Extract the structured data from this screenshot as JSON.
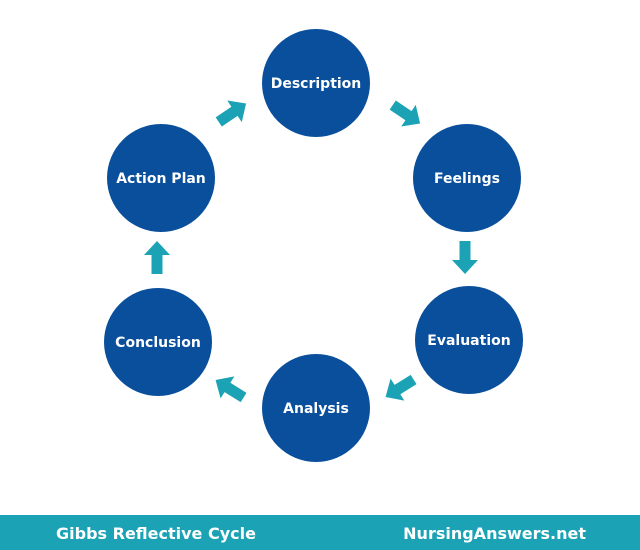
{
  "colors": {
    "node_fill": "#0a4f9c",
    "arrow_fill": "#1ba3b5",
    "footer_bg": "#1ba3b5",
    "text": "#ffffff"
  },
  "cycle": {
    "nodes": [
      {
        "id": "description",
        "label": "Description"
      },
      {
        "id": "feelings",
        "label": "Feelings"
      },
      {
        "id": "evaluation",
        "label": "Evaluation"
      },
      {
        "id": "analysis",
        "label": "Analysis"
      },
      {
        "id": "conclusion",
        "label": "Conclusion"
      },
      {
        "id": "action-plan",
        "label": "Action Plan"
      }
    ],
    "edges": [
      {
        "from": "description",
        "to": "feelings",
        "icon": "arrow-icon"
      },
      {
        "from": "feelings",
        "to": "evaluation",
        "icon": "arrow-icon"
      },
      {
        "from": "evaluation",
        "to": "analysis",
        "icon": "arrow-icon"
      },
      {
        "from": "analysis",
        "to": "conclusion",
        "icon": "arrow-icon"
      },
      {
        "from": "conclusion",
        "to": "action-plan",
        "icon": "arrow-icon"
      },
      {
        "from": "action-plan",
        "to": "description",
        "icon": "arrow-icon"
      }
    ]
  },
  "footer": {
    "title": "Gibbs Reflective Cycle",
    "site": "NursingAnswers.net"
  }
}
